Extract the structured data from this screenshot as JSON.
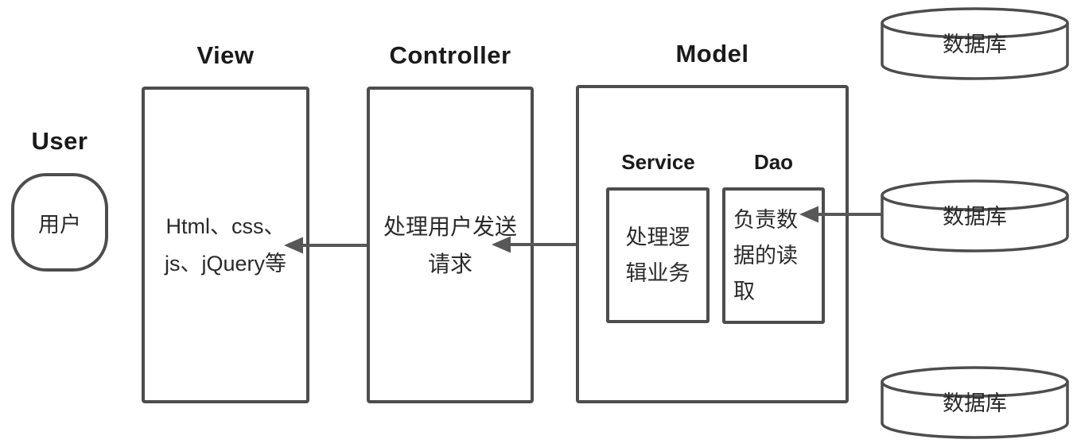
{
  "user": {
    "title": "User",
    "shape_text": "用户"
  },
  "view": {
    "title": "View",
    "body": [
      "Html、css、",
      "js、jQuery等"
    ]
  },
  "controller": {
    "title": "Controller",
    "body": [
      "处理用户发送",
      "请求"
    ]
  },
  "model": {
    "title": "Model",
    "service": {
      "label": "Service",
      "body": [
        "处理逻",
        "辑业务"
      ]
    },
    "dao": {
      "label": "Dao",
      "body": [
        "负责数",
        "据的读",
        "取"
      ]
    }
  },
  "databases": [
    {
      "label": "数据库"
    },
    {
      "label": "数据库"
    },
    {
      "label": "数据库"
    }
  ],
  "colors": {
    "stroke": "#4d4d4d",
    "title_text": "#1a1a1a",
    "body_text": "#2a2a2a",
    "background": "#ffffff"
  }
}
